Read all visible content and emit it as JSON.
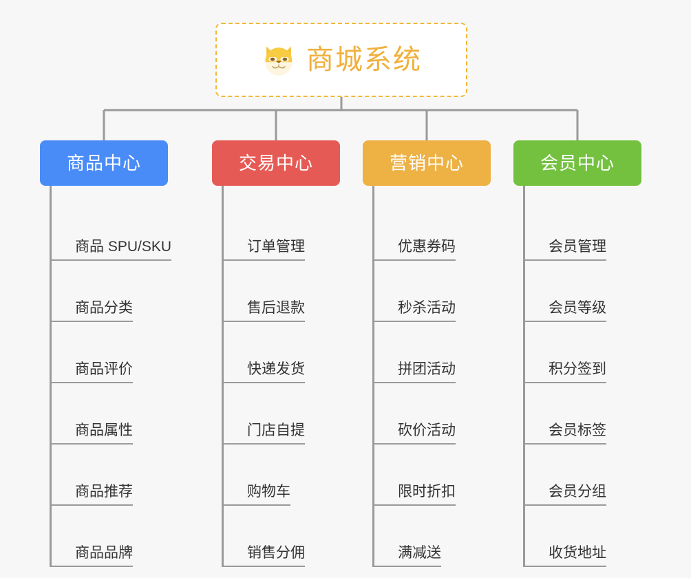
{
  "background_color": "#f7f7f7",
  "root": {
    "title": "商城系统",
    "icon": "dog-face-emoji",
    "text_color": "#f0b03c",
    "border_color": "#f2b838",
    "background_color": "#ffffff"
  },
  "connector_color": "#9a9a9a",
  "categories": [
    {
      "label": "商品中心",
      "color": "#4a8cf7",
      "items": [
        "商品 SPU/SKU",
        "商品分类",
        "商品评价",
        "商品属性",
        "商品推荐",
        "商品品牌"
      ]
    },
    {
      "label": "交易中心",
      "color": "#e65a55",
      "items": [
        "订单管理",
        "售后退款",
        "快递发货",
        "门店自提",
        "购物车",
        "销售分佣"
      ]
    },
    {
      "label": "营销中心",
      "color": "#edb144",
      "items": [
        "优惠券码",
        "秒杀活动",
        "拼团活动",
        "砍价活动",
        "限时折扣",
        "满减送"
      ]
    },
    {
      "label": "会员中心",
      "color": "#73c13f",
      "items": [
        "会员管理",
        "会员等级",
        "积分签到",
        "会员标签",
        "会员分组",
        "收货地址"
      ]
    }
  ]
}
